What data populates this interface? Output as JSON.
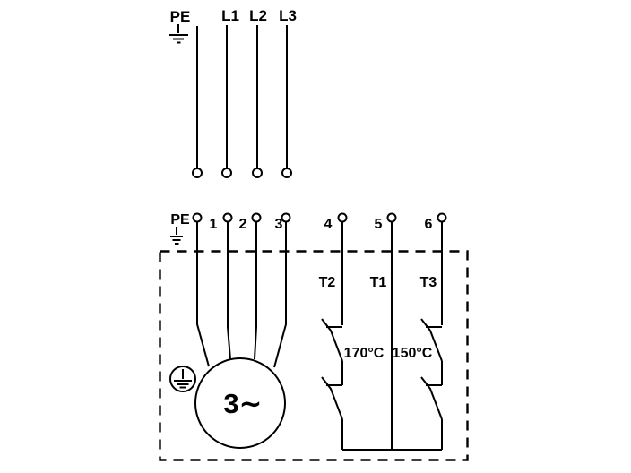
{
  "colors": {
    "background": "#ffffff",
    "line": "#000000"
  },
  "supply": {
    "pe": "PE",
    "l1": "L1",
    "l2": "L2",
    "l3": "L3"
  },
  "terminals": {
    "pe": "PE",
    "n1": "1",
    "n2": "2",
    "n3": "3",
    "n4": "4",
    "n5": "5",
    "n6": "6"
  },
  "sensors": {
    "t2": "T2",
    "t1": "T1",
    "t3": "T3",
    "temp_t2": "170°C",
    "temp_t3": "150°C"
  },
  "motor": {
    "label": "3∼"
  }
}
